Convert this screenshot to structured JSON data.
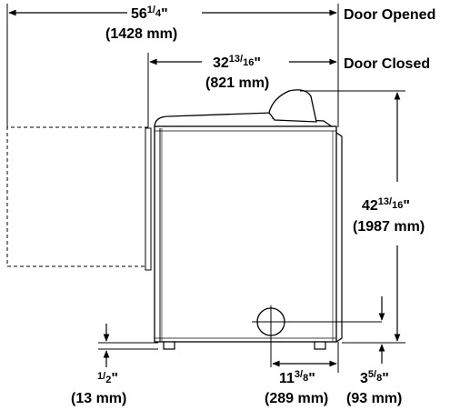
{
  "labels": {
    "door_opened": "Door Opened",
    "door_closed": "Door Closed"
  },
  "dimensions": {
    "overall_open": {
      "whole": "56",
      "num": "1",
      "den": "4",
      "mark": "\"",
      "metric": "(1428 mm)"
    },
    "depth_closed": {
      "whole": "32",
      "num": "13",
      "den": "16",
      "mark": "\"",
      "metric": "(821 mm)"
    },
    "height": {
      "whole": "42",
      "num": "13",
      "den": "16",
      "mark": "\"",
      "metric": "(1987 mm)"
    },
    "leg_clearance": {
      "whole": "",
      "num": "1",
      "den": "2",
      "mark": "\"",
      "metric": "(13 mm)"
    },
    "vent_offset": {
      "whole": "11",
      "num": "3",
      "den": "8",
      "mark": "\"",
      "metric": "(289 mm)"
    },
    "vent_height": {
      "whole": "3",
      "num": "5",
      "den": "8",
      "mark": "\"",
      "metric": "(93 mm)"
    }
  },
  "colors": {
    "line": "#000000",
    "background": "#ffffff"
  }
}
